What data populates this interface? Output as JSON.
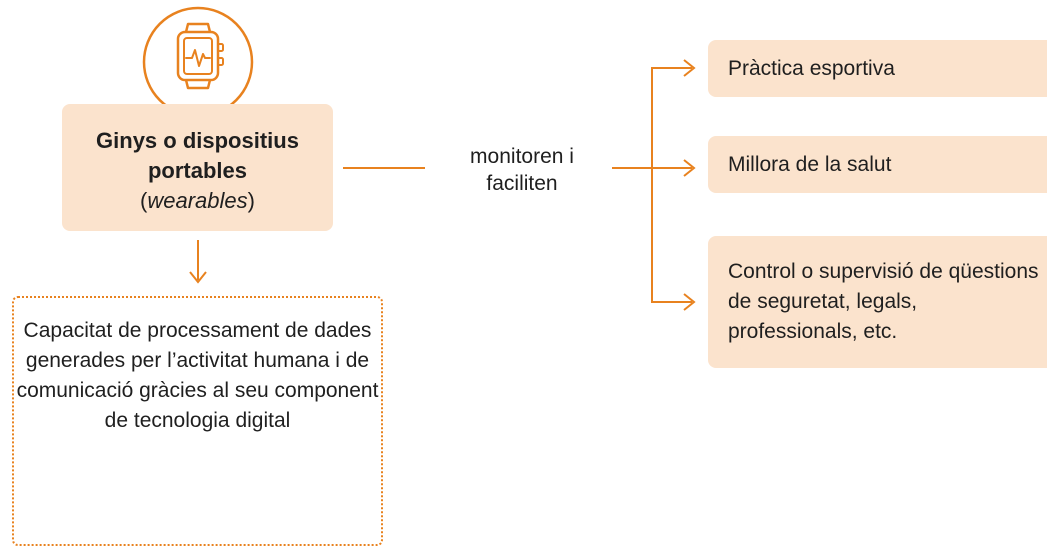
{
  "main_node": {
    "title": "Ginys o dispositius portables",
    "subtitle_open": "(",
    "subtitle_italic": "wearables",
    "subtitle_close": ")"
  },
  "connector_label": "monitoren i faciliten",
  "right_nodes": [
    {
      "label": "Pràctica esportiva"
    },
    {
      "label": "Millora de la salut"
    },
    {
      "label": "Control o supervisió de qüestions de seguretat, legals, professionals, etc."
    }
  ],
  "bottom_node": {
    "label": "Capacitat de processament de dades generades per l’activitat humana i de comunicació gràcies al seu component de tecnologia digital"
  },
  "colors": {
    "accent": "#e8821f",
    "box_fill": "#fbe3cd",
    "text": "#1f1f1f"
  },
  "icons": {
    "main": "smartwatch-heartbeat-icon"
  }
}
